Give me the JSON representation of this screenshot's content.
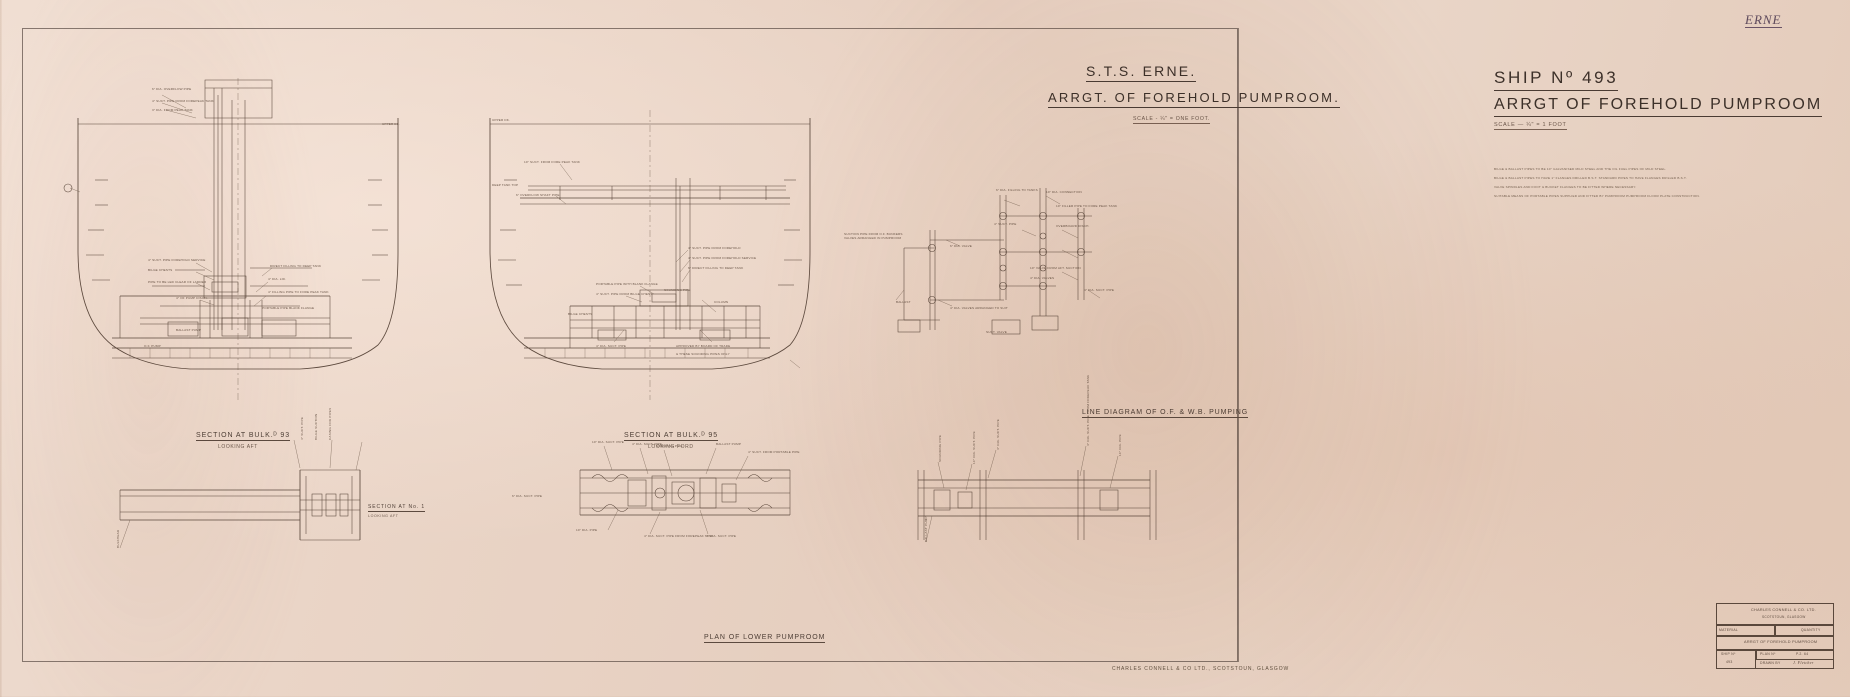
{
  "sheet": {
    "paper_color": "#e8d3c4",
    "ink_color": "#4a3b33",
    "corner_annotation": "ERNE"
  },
  "center_title": {
    "ship_name": "S.T.S. ERNE.",
    "drawing_title": "ARRGT. OF FOREHOLD PUMPROOM.",
    "scale": "SCALE - ¼\" = ONE FOOT."
  },
  "right_title": {
    "ship_number": "SHIP Nº 493",
    "drawing_title": "ARRGT OF  FOREHOLD PUMPROOM",
    "scale": "SCALE — ¼\" = 1 FOOT",
    "notes": [
      "BILGE & BALLAST PIPES TO BE 10\" GALVANISED MILD STEEL AND THE OIL FUEL PIPES OF MILD STEEL.",
      "BILGE & BALLAST PIPES TO HAVE 1\" FLANGES DRILLED B.S.T. STANDARD PIPES TO HAVE FLANGES DRILLED B.S.T.",
      "VALVE SPINDLES AND FOOT & BUCKET FLANGES TO BE FITTED WHERE NECESSARY.",
      "SUITABLE MEANS OF PORTABLE PIPES SUPPLIED AND FITTED BY PUMPROOM PUMPROOM FLOOR PLATE CONSTRUCTION."
    ]
  },
  "views": [
    {
      "id": "section-bulk-93",
      "caption": "SECTION AT BULK.ᴰ 93",
      "subcaption": "LOOKING AFT"
    },
    {
      "id": "section-bulk-95",
      "caption": "SECTION AT BULK.ᴰ 95",
      "subcaption": "LOOKING FORD"
    },
    {
      "id": "line-diagram",
      "caption": "LINE DIAGRAM OF O.F. & W.B. PUMPING",
      "subcaption": ""
    },
    {
      "id": "plan-lower-pumproom",
      "caption": "PLAN OF LOWER PUMPROOM",
      "subcaption": ""
    }
  ],
  "builder_line": "CHARLES CONNELL & CO LTD., SCOTSTOUN, GLASGOW",
  "title_block": {
    "company": "CHARLES CONNELL & CO. LTD.",
    "works": "SCOTSTOUN, GLASGOW",
    "material_label": "MATERIAL",
    "quantity_label": "QUANTITY",
    "description": "ARRGT OF FOREHOLD PUMPROOM",
    "ship_no_label": "SHIP Nº",
    "ship_no_value": "493",
    "plan_no_label": "PLAN Nº",
    "plan_no_value": "P.2. 64",
    "drawn_by_label": "DRAWN BY",
    "drawn_by_value": "J. Fletcher"
  },
  "annotations": {
    "upper_deck": "UPPER DK.",
    "left_view": [
      "6\" DIA. OVERFLOW PIPE",
      "4\" SUCT. PIPE FROM FOREPEAK TANK",
      "3\" DIA. FROM PEAK TANK",
      "4\" SUCT. PIPE FOREHOLD SERVICE",
      "BILGE CHESTS",
      "PIPE TO BE LED CLEAR OF LADDER",
      "4\" OF PUMP DISCH.",
      "DIRECT FILLING TO DEEP TANK",
      "4\" DIA. LID.",
      "4\" FILLING PIPE TO FORE PEAK TANK",
      "PORTABLE PIPE BLANK FLANGE",
      "BALLAST PUMP",
      "O.F. PUMP"
    ],
    "middle_view": [
      "UPPER DK.",
      "10\" SUCT. FROM FORE PEAK TANK",
      "DEEP TANK TOP",
      "6\" OVERFLOW SHAFT PIPE",
      "4\" SUCT. PIPE FROM FOREHOLD",
      "4\" SUCT. PIPE FROM FOREHOLD SERVICE",
      "6\" DIRECT FILLING TO DEEP TANK",
      "PORTABLE PIPE WITH BLANK FLANGE",
      "4\" SUCT. PIPE FROM BILGE CHEST",
      "SOUNDING PIPE",
      "COLUMN",
      "BILGE CHESTS",
      "4\" DIA. SUCT. PIPE",
      "APPROVED BY BOARD OF TRADE",
      "& THESE SOUNDING PIPES ONLY"
    ],
    "line_diagram": [
      "6\" DIA. FILLING TO TANKS",
      "10\" DIA. CONNECTION",
      "10\" FILLER PIPE TO FORE PEAK TANK",
      "OVERBOARD DISCH.",
      "4\" SUCT. PIPE",
      "SUCTION PIPE FROM O.F. BUNKERS VALVES ARRANGED IN PUMPROOM",
      "10\" VALVE FROM AFT. SUCTION",
      "4\" DIA. VALVES",
      "4\" DIA. SUCT. PIPE",
      "6\" DIA. VALVE",
      "BALLAST",
      "4\" DIA. VALVES ARRANGED TO SUIT",
      "SUCT. VALVE"
    ],
    "plan_view": [
      "10\" DIA. SUCT. PIPE",
      "4\" DIA. SUCT. PIPE",
      "SOUNDING PIPE",
      "BALLAST PUMP",
      "4\" SUCT. FROM PORTABLE PIPE",
      "6\" DIA. SUCT. PIPE",
      "10\" DIA. PIPE",
      "4\" DIA. SUCT. PIPE FROM FOREPEAK TANK",
      "BULKHEAD"
    ],
    "left_plan": [
      "4\" SUCT. PIPE",
      "SECTION AT No. 1",
      "LOOKING AFT",
      "BILGE SUCTION",
      "CASING FOR PIPES"
    ]
  }
}
